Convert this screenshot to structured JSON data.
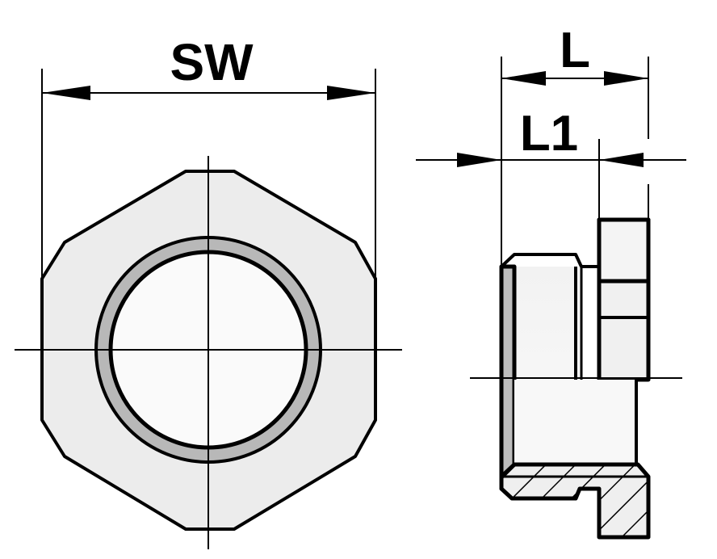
{
  "dimensions": {
    "sw": "SW",
    "l": "L",
    "l1": "L1"
  },
  "colors": {
    "fill": "#ececec",
    "ring": "#b8b8b8",
    "line": "#000000"
  }
}
